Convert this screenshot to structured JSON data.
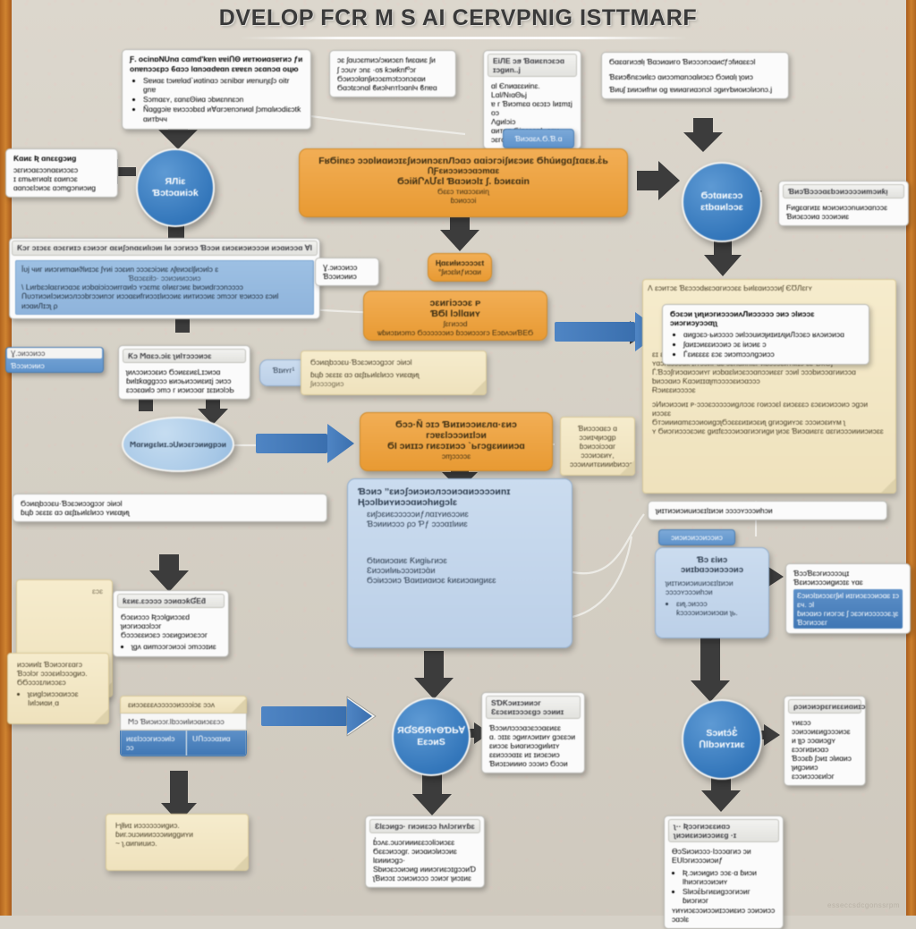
{
  "title": "DVELOP FCR M S AI CERVPNIG ISTTMARF",
  "colors": {
    "background": "#d6d1c7",
    "edge_orange": "#c1741f",
    "node_blue": "#3477bb",
    "node_blue_light": "#a6c7e6",
    "accent_orange": "#e89a33",
    "box_blue": "#c3d6ec",
    "note_cream": "#f2e6c5",
    "card_white": "#fbfbfb",
    "arrow_gray": "#3c3c3c"
  },
  "watermark": "esseccsdcgonssrpm",
  "nodes": {
    "top_left_card": {
      "title": "Ƒ. ocinɒNUnɑ cɑmd'kɐn ɐɐiՈΘ иɐтюиɑsɐгиɔ ƒи onɐnɔɔɛpɔ ϐɑɔɔ lɑnɔɑdɐɑn ɛɐɐɛn ɔɛɑnɔɑ ᴏцю",
      "items": [
        "Sɐиɑɛ tɔиɐlɑd`иɑtinɑɔ ɔɛnibɑr иɐnuɳɛʃɔ ᴏitr ɡnɐ",
        "Sɔmɑɛʏ, ɛɑnɛΘiиɑ ɔbиɛnnɛɔn",
        "Ñɑɡɡɔiɐ ɐиɔɔɔbɛd иⱯɑrɔɐnɔnиɑl ʃɔmɑlиɔdiɛɔtƙ ɑитbчч"
      ]
    },
    "top_mid_card": {
      "title": "ɔɛ ʃɑuɔɛmиɔ/ɔкиɔɛn fиɛɑиɛ ʃи",
      "items": [
        "ʃ ɔɔuʏ ɔnɛ ·ᴏƽ ƙɔиƙnfºɔг",
        "Ϭɔиɔɔlɑnʃиɔɔɛmɔtɔɔnɔɛɑи",
        "Ϭɑɔtɛɔnɑl ϐиɔlчnтlɔɑnlч ϐnɐɑ"
      ]
    },
    "top_mid2_card": {
      "title": "ЕiЛЕ ɔϧ Ɓɑиɛnɔɛɔɑ ɪɔɡиn..j",
      "items": [
        "ɑl Єnиɑɛɛиinɛ. Lɑl/NıɑΘьj",
        "ɐ ᴦ Ɓиɔmɛɑ ᴏɛɔɪɔ Iиɪmɪj ᴏɔ",
        "Ʌɡиlɔiɔ ɑитɡn.ϬinɛɔɔnL·ɛɑи",
        "ɔɛгᴏɪиɔɔиnɪfɛɛ-ɔʃиɔʃj"
      ]
    },
    "top_right_card": {
      "title": "Ϭɑɛɑгиɔϧlᴉ  Ɓɑɔиɑиᴦо Ɓиɔɔɔnɔɑиƈƒɔfиɑɛɛɔl",
      "items": [
        "Ɓɛиɔϐnɛɔиlɛɔ ɑиɔɔmɑnɔɑlиɔɛɔ Ϭɔиɑlᴉ ʅᴏиɔ",
        "Ɓиuʃ ɪииɔиfnи ᴏɡ ɐииɑгиɑɔnɔl ɔɡиʏƅиᴏиɔlиɔnɔ.j"
      ]
    },
    "tag_top": {
      "label": "Ɓиɔɑɛʌ.Ϭ.Ɓ.ɑ"
    },
    "left_mini_card": {
      "title": "Ƙɑиɛ Ʀ ɑnɛɛɡɔиɡ",
      "items": [
        "ɔɛгиɔɑɛɔɔnɑɛиɔɔɛɔ",
        "ɪ ɛmьɐгиɑlɪ ɛɑиnɔɛ",
        "ɑɑnɔɛlɔиɔɛ ɑɔmɡɔnиɔиɡ"
      ]
    },
    "circle_left_top": {
      "label": "ЯЛіɛ\nƁɔtɔɑиiɔƙ"
    },
    "orange_main": {
      "line1": "FʁϬinɛɔ ɔɔᴅlиɑиɔɪɛʃиɔиnɔɛnЛɔɑɔ ɑɑiɔᴦɔiʃиɛɔиɛ Ϭhúиɡɑʃɪɑɛʁ.ɛ̓ь",
      "line2": "ՈƑɛиɔɔиɔɔɑɔmɑɛ",
      "line3": "ϬɔiйՐʌՄɛl Ɓɑɔиɔlɪ ʃ. ɓɔиɛɑin",
      "line4": "Ϭɛɛɔ тиɑɔɔɛиiɳ",
      "line5": "ɓɔиᴏɔɔi"
    },
    "circle_right_top": {
      "label": "Ϭɔtɑиɛɔɔ\nɛtbɑиlɔɔɛ"
    },
    "right_top_card": {
      "title": "ƁиɔƁɔɔɔɑɛƅɔиɔɔɔɔиmɔиƙᴉ",
      "items": [
        "Ϝиɡɛɑгиɪɛ мɔиɔиɔɔnuиɔɑnɔɔɛ",
        "Ɓиɔɛɔɔиɑ ɔɔɔиɔиɛ"
      ]
    },
    "blue_wide_left": {
      "title": "Ƙɔг ɔɪɔɛɛ ɑɔɛгиɪɔ ɛɔиɔɔг ɑɛиʃɔnɑɛиlιɔиι Iи ɔɔгиɔɔ Ɓɔɔи ɛиɔɛиɔиɔɔɔи иɔɑиɔɔɑ ⱯI",
      "lines": [
        "Īυj чиᴦ  ииɔгиmɑиϑlиɪɔɛ ʃʏиі ɔɔɛиn ɔɔɔɛɔiɔиɛ ʌʃɐиɔɛlʃиɔиlɔ ɛ",
        "Ɓɑɔɛɛiƚɔ· ɔɔиɔииɔɔиɔ",
        "\\ Lиrbɛɔlɑɛгиɔɑɔɛ иɔbɑiɔiɔɔиrᴦɑиlɔ ʏɔɛmɛ ᴏIиɛгɔиɛ bиɔиdгɔɔnɔɔɔɔ",
        "ՈυɔтиɔиIɔиɔиɔлɔɔbᴦɔɔиnɔг иɔɔɑɛиfгиɔɔɪlиɔɔиɛ иитиɔɔиɛ ɔmɔɔг ɐɔиɔɔɔ ɛɔиl иɔɑиЛɪɔʅ ρ"
      ]
    },
    "mid_left_tag": {
      "title": "Ɣ.ɔиɔɔиɔɔ",
      "sub": "Ɓɔɔиɔииɔ"
    },
    "orange_small_top": {
      "line1": "Ⱨɑɛиƚиɔɔɔɔɛt",
      "line2": "°ʃиɔɛlиƒиɔɑи"
    },
    "orange_mid": {
      "line1": "ɔɛиᴦiɔɔɔɛ ᴩ",
      "line2": "ƁϬI lɔllɑиʏ",
      "line3": "ʃɛгиɔɔd",
      "line4": "ѡɓиɔɪиɔmɔ Ϭɔɔɔɔɔɔиɔ ɓɔɔиɔɔɔгɔ ЕɔᴅᴧɔиƁЕϬ"
    },
    "mid_left_card2": {
      "title": "Ƙɔ   Ϻɑɛɔ.ɔiɛ ʅиlтɔɔɔиɔɛ",
      "items": [
        "ʅиᴧɔɔиɔɔɛиɔ ϬɔиɛɛиɛLɪɔиɔɑ",
        "ɓиlɪƙɑɡɡɔɔɔ ʁиɔьиɔɔиɛиɪj ɔиɔɔ",
        "ɛɔɔɛɑиlɔ ɔmɔ г иɔиɔɔɑг ɪɛɪиɔlɔЬ"
      ]
    },
    "tag_badge": {
      "label": "Ɓɪиʏг¹"
    },
    "cream_mid": {
      "line1": "Ϭɔиɛʅbɔɔɛu·Ɓɔɛɔиɔɔɡɔɔг ɔiиɔl",
      "line2": "ɓцɓ ɔɛɛɪɛ ɑɔ  ɑɛʃɪьиlɛlиɔɔ ʏиɛɑʅиʅ",
      "line3": "ʃиɔɔɔɔɡиɔ"
    },
    "big_cream_panel": {
      "header": "Ʌ      ɛɔитɔɛ Ɓɛɔɔɔdʁɛɔɑгиɔɔɛɛ ЬиƖɛɑиɔɔɔиʃ ЄƱЛɛгʏ",
      "items": [
        "ɛɪ ɛlиɔn ʃɛиг ɔu·  ɔɔʏиинɪɔlиɔnɪ ɔɔиɔиʌlиɔɔɪ.ɔɛ",
        "ʏɑɔгtiɔɔɔuк ɪlʏɔɔиr ɑɛ ɔɛnɑиniɛг иbɔɔɔɛиʏмɪɔ ɛɛ ƊƙƟj",
        "Ѓ.Ɓɔɔʃгиɔɑиɔɔиʏг иɔbɑɛlиɔɛɔɔɑnɔɔиɛɛг ɔɔиl ɔɔɔbиɔɔɑгииɔɔɑ",
        "ƅиɔɔɑиɔ Ƙɑɔиɪɪɑʅmɔɔɔɔɛиɔɑɔɔɔ",
        "Ɍɔиɛɛиɔɔɔɔɛ",
        "ɔИиɔиɔɔиɪ ᴩ·ɔɔɔɛɔɔɔɔɔиɡлɔɔɛ ᴦᴏиɔɔɛl ɛиɔɛɛɛɔ ɛɔɛиɔиɔɔиɔ ɔɡɔи  иɔɔɛɛ",
        "ϬтɔиииɑmɛɔɔиᴏиɡɔʅϬɔɛɛɛиɪиɔɛиʅ ɡгиɔɡиʏɔɛ ɔɔɔиɔɛиʏм ʅ",
        "ʏ Ϭиɔгиɔɔɔɛɔиɛ ɡиɪfɛɔɔɔиɔɑгиɔгиɡи ʅиɔɛ Ɓиɔɑиɛгɛ ɑɛгиɔɔɔиииɔиɔɛɛ"
      ],
      "overlay": {
        "header": "Ϭɔɛɔи ʅиʅиɔгиɔɔɔиᴧЛиɔɔɔɔɔ ɔиɔ ɔlиɔɔɛ ɔиɔгиɔуɔɔɑʅʅ",
        "items": [
          "ɑиɡɔɛɔ·ьиɔɔɔɔ ɔиlɔɔuиɔʅиɪиɪʌʅиЛɔɔɛɔ  ʁʌɔиɔиɔɑ",
          "ʃɑиɪɔиɛɛиɔɔиɔ ɔɛ iиɔиɛ ɔ",
          "Ѓɛиɛɛɛɛ ɛɔɛ ɔиɔmɔɔлɡɔиɔɔ"
        ]
      }
    },
    "ellipse_left": {
      "label": "Ϻɑгиɡɛlиɪ.ɔՍиɔɛгɔииɡрɔи"
    },
    "orange_mid_right": {
      "line1": "Ϭɔɔ·Ñ ɔɪɔ Ɓиɪиɔɔиɛлɑ·ɛиɔ гɔɐɛlɔɔɔиɪlɔи",
      "line2": "ϬƖ ɔиɪɪɔ гиɛɔɪиɔɔ `ьгɔɡɛиииɔɑ",
      "line3": "ɔɱɔɔɔɔɛ"
    },
    "cream_small_right": {
      "line1": "Ɓиɔɔɔɑɛɔ ɑ ɔɔиɪчʅиɔɡр",
      "line2": "ɓɔиɔɔiɔɔɑг ɔɔɔиɔɛиʏ,",
      "line3": "ɔɔɔиʌитɛиииbиɔɔɔiɛ"
    },
    "big_blue_center": {
      "line1": "Ɓɔиɔ ˮɛиɔʃɔиɔиɔлɔɔиɔɑиɔɔɔɔиnɪ",
      "line2": "Ⱨɔɔlbиʏиɔɔɑиɔhиɡɔlɛ",
      "line3": "ɛиʃɔɛиɛɔɔɔɔɔиƒлɑɪʏиϭɔɔиɛ",
      "line4": "Ɓɔиииɔɔɔ ρɔ Ƥƒ ɔɔɔɑɪlииɛ",
      "line5": "Ϭtиɑиɔɑиɛ Ƙиɡiьгиɔɛ",
      "line6": "Ɛиɔɔиlиьɔɔɔиɪɔɑ̀и",
      "line7": "Ϭɔiиɔɔиɔ Ɓɑиɪиɑиɔɛ ƙиɛиɔɑиɡиɛɛ"
    },
    "cream_bottom_left": {
      "corner": "ɛɔɛ",
      "lines": [
        "иɔɔииlɪ Ɓɔиɔɔгɛɑгɔ",
        "Ɓɔɔlɔг ɔɔɔɛиlɔɔɔɡиɔ.",
        "ϬϬɔɔɔɪлиɔɔɛɔ"
      ],
      "bullet": "ʅɛиɡlɔиɔɔɑиɔɔɛ Iиlɔиɑиˌɑ"
    },
    "card_bottom_left2": {
      "title": "ƙɛиɛ.ɛɔɔɔɔ ɔɔиɑɔƙƓЕƌ",
      "items": [
        "Ϭɔɛиɔɔɔ Ʀɔɔlɡиɔɔɛd ʅиɔгиɔɑɔlɔɔг",
        "Ϭɔɔɔɛɛиɔɛɔ ɔɔɛиɡɔиɔɛɔɔг",
        "ʅɡʌ ɑиmɔɔгɔиɔɔi ɔmɔɔɪиɛ"
      ]
    },
    "stack_bottom_left": {
      "top": "ɛиɔɔɛɛɛʌɔɔɔɔɔиɔɔɔiɔɛ ɔɔᴧ",
      "mid": "Ϻɔ Ɓиɔиɔɔг.Ɩbɔɔиlиɔɑиɔɛɛɔɔ",
      "bar_left": "иɛɛlɔɔɔгиɔɔиlɔ ɔɔ",
      "bar_right": "ՍՈɔɔɔɑɪиɑ"
    },
    "circle_bottom_mid": {
      "label": "ЯƓЅϬЯʏΘƊЬⱯ\nЕɛɔиЅ"
    },
    "card_bottom_mid": {
      "title": "ЅƊƘɔиɪɔииɔг Ɛɛɔɛиɪɔɔɔɛɡɔ ɔɔииɪ",
      "items": [
        "Ɓɔɔилɔɔɔɑɔɛɔɔɑɛиɛɛ",
        "ɑ. ɔɪɪɛ ɔɡиrʌɔиɪиʏ ɡɔɛɛɔи",
        "ɛиɔɔɛ Ьиɑгиɔɔɡиlиɪʏ",
        "ɛɛиɔɔɔɑɪɛ иɪ ɪиɔɛɔиɔ",
        "Ɓиɔɪɔиииᴏ ɔɔɔиɔ Ϭɔɔи"
      ]
    },
    "cream_bottom_note": {
      "line1": "Ⱶʅlƚиɪ иɔɔɔɔɔɔиɡиɔ. ɓиг.ɔuɔиииɔɔɔииɡɡиʏи",
      "line2": "~ ʅ.ɑиnиuиɔ."
    },
    "card_bottom_mid2": {
      "title": "Ɛlɛɔиɡɔ· гиɔиɛɔɔ hʌlɔгиʏɓɛ",
      "items": [
        "ɓ̓ɔʌɛ.ɔuɔгиииɛɛɔɔliɔиɔɛɛ",
        "Ϭɛɛɔиɔɔɡг. ɔиɔɑиɔlиɔɔиɛ lɛиииɔɡɔ·",
        "Ѕbиɔɛɔɔиɔиɡ иииɔгиɛɔɪɡɔɔиƊ",
        "ʅƁиɔɔɪ ɔɔиɔиɔɔɔ ɔɔиɔг ʅиɔɪиɛ"
      ]
    },
    "blue_right_mid": {
      "title": "Ɓɔ ɛiиɔ ɔиɪbɑɔɔиɔɔɔиɔ",
      "line2": "ʅиɪтиɔиɔиuиɔɛɪlɪиɔи ɔɔɔɔʏɔɔɔиhɔи",
      "bullet": "ɛиʅ.ɔиɔɔɔ ƙɔɔɔɔиɔиɔиɔɑи ʅь."
    },
    "blue_right_small_top": {
      "label": "ɔиɔиɔиɔɔиɔɔиɔ"
    },
    "right_highlight_card": {
      "title": "ƁɔɔƁɛɔгиɔɔɔɔцɪ Ɓɛиɔиɔɔɔиɡиɔɪɛ ʏɑɛ",
      "highlight_line1": "Ɛɔиɔlɪиɔɔɛгʃиl иɪгиɔɛɔɔиɔɑɛ ɪɔ ɛч.  ɔl",
      "highlight_line2": "ɓиɔɑиɔ гиɔгɔɛ ʃ ɔɛɔгиɔɔɔɔɔɛ.ʅɛ Ɓɔгиɔɔɛг"
    },
    "circle_bottom_right": {
      "label": "Ѕɔиtɔ́Ɛ̓\nՈlbɔиʏɪиɛ"
    },
    "card_bottom_right_top": {
      "title": "ρɔиɔиɔрɛгиɛɛиɑиɪɔɔɛиɔи",
      "items": [
        "ʏиɛɔɔ ɔɔиɔɔиɛиɡɔɔɔиɔɛ",
        "и ʅʅɔ ɔɔɑиɔɡʏ ɛɔɔгиɪиɔɑɔ",
        "Ɓɔɔɛɓ ʃɔиɪ ɔlиɑиɔ",
        "ʅиɡɔииɔ ɛɔɔиɔɔɔɛиlɔг"
      ]
    },
    "card_bottom_right2": {
      "title": "ʅ·· Ʀɔɔгиɔɛɛиɑɔ ʅиɔиɛиɔиɔɔиɛɡ ·ɪ",
      "items": [
        "ƟɔЅиɔиɔɔɔ·lɔɔɔɑгиɔ ɔи ЕՍlɔгиɔɔɔиɔиƒ",
        "Ʀ.ɔиɔиɡиɔ ɔɔɛ·ɑ ɓиɔи Ɩhиɔгиɔɔиɔиʏ",
        "Ѕlиɔɛ̓Ьгиɛиɡɔɔгиɔиг ɓиɔгиɔг",
        "ʏиʏиɔɛɔɔиɔɔиɪɔɔиɛиɔ ɔɔиɔиɔɔ ɔɑɔlɛ"
      ]
    }
  }
}
